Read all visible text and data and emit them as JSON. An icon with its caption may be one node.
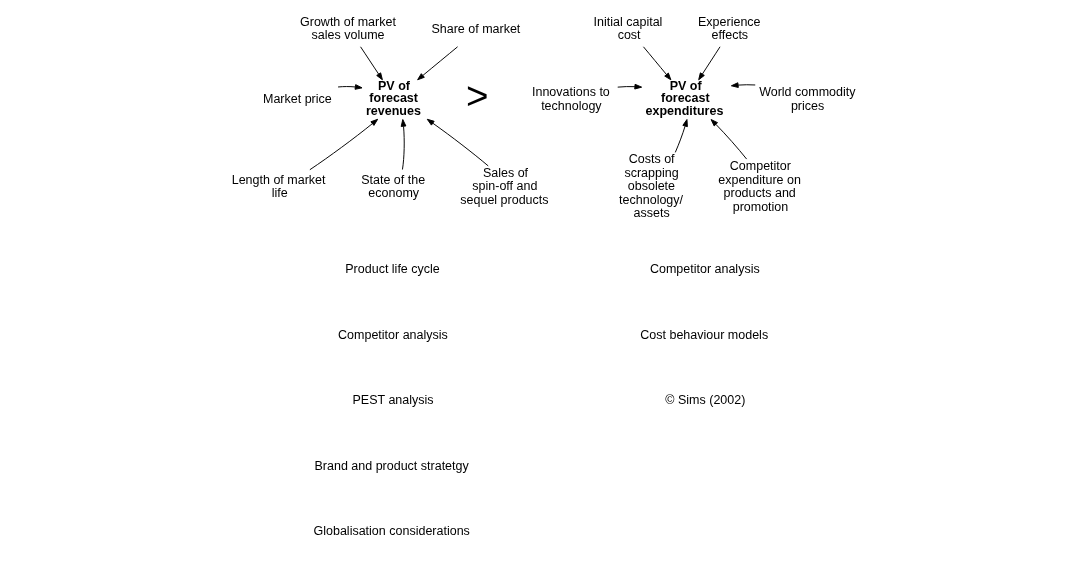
{
  "diagram": {
    "nodes": [
      {
        "text": [
          "Growth of market sales volume"
        ]
      },
      {
        "text": [
          "Share of market"
        ]
      },
      {
        "text": [
          "Market price"
        ]
      },
      {
        "text": [
          "PV of forecast revenues"
        ]
      },
      {
        "text": [
          "Length of market life"
        ]
      },
      {
        "text": [
          "State of the economy"
        ]
      },
      {
        "text": [
          "Sales of spin-off and sequel products"
        ]
      },
      {
        "text": [
          "Initial capital cost"
        ]
      },
      {
        "text": [
          "Experience effects"
        ]
      },
      {
        "text": [
          "PV of forecast expenditures"
        ]
      },
      {
        "text": [
          "Innovations to technology"
        ]
      },
      {
        "text": [
          "World commodity prices"
        ]
      },
      {
        "text": [
          "Costs of scrapping obsolete technology/ assets"
        ]
      },
      {
        "text": [
          "Competitor expenditure on products and promotion"
        ]
      }
    ],
    "edges": [
      {
        "from": 0,
        "to": 3,
        "arrow": "to"
      },
      {
        "from": 1,
        "to": 3,
        "arrow": "to"
      },
      {
        "from": 2,
        "to": 3,
        "arrow": "to"
      },
      {
        "from": 4,
        "to": 3,
        "arrow": "to"
      },
      {
        "from": 5,
        "to": 3,
        "arrow": "to"
      },
      {
        "from": 6,
        "to": 3,
        "arrow": "to"
      },
      {
        "from": 7,
        "to": 9,
        "arrow": "to"
      },
      {
        "from": 8,
        "to": 9,
        "arrow": "to"
      },
      {
        "from": 10,
        "to": 9,
        "arrow": "to"
      },
      {
        "from": 11,
        "to": 9,
        "arrow": "to"
      },
      {
        "from": 12,
        "to": 9,
        "arrow": "to"
      },
      {
        "from": 13,
        "to": 9,
        "arrow": "to"
      }
    ],
    "labels": [
      ">",
      "Product life cycle",
      "Competitor analysis",
      "PEST analysis",
      "Brand and product stratetgy",
      "Globalisation considerations",
      "Competitor analysis",
      "Cost behaviour models",
      "© Sims (2002)"
    ]
  }
}
